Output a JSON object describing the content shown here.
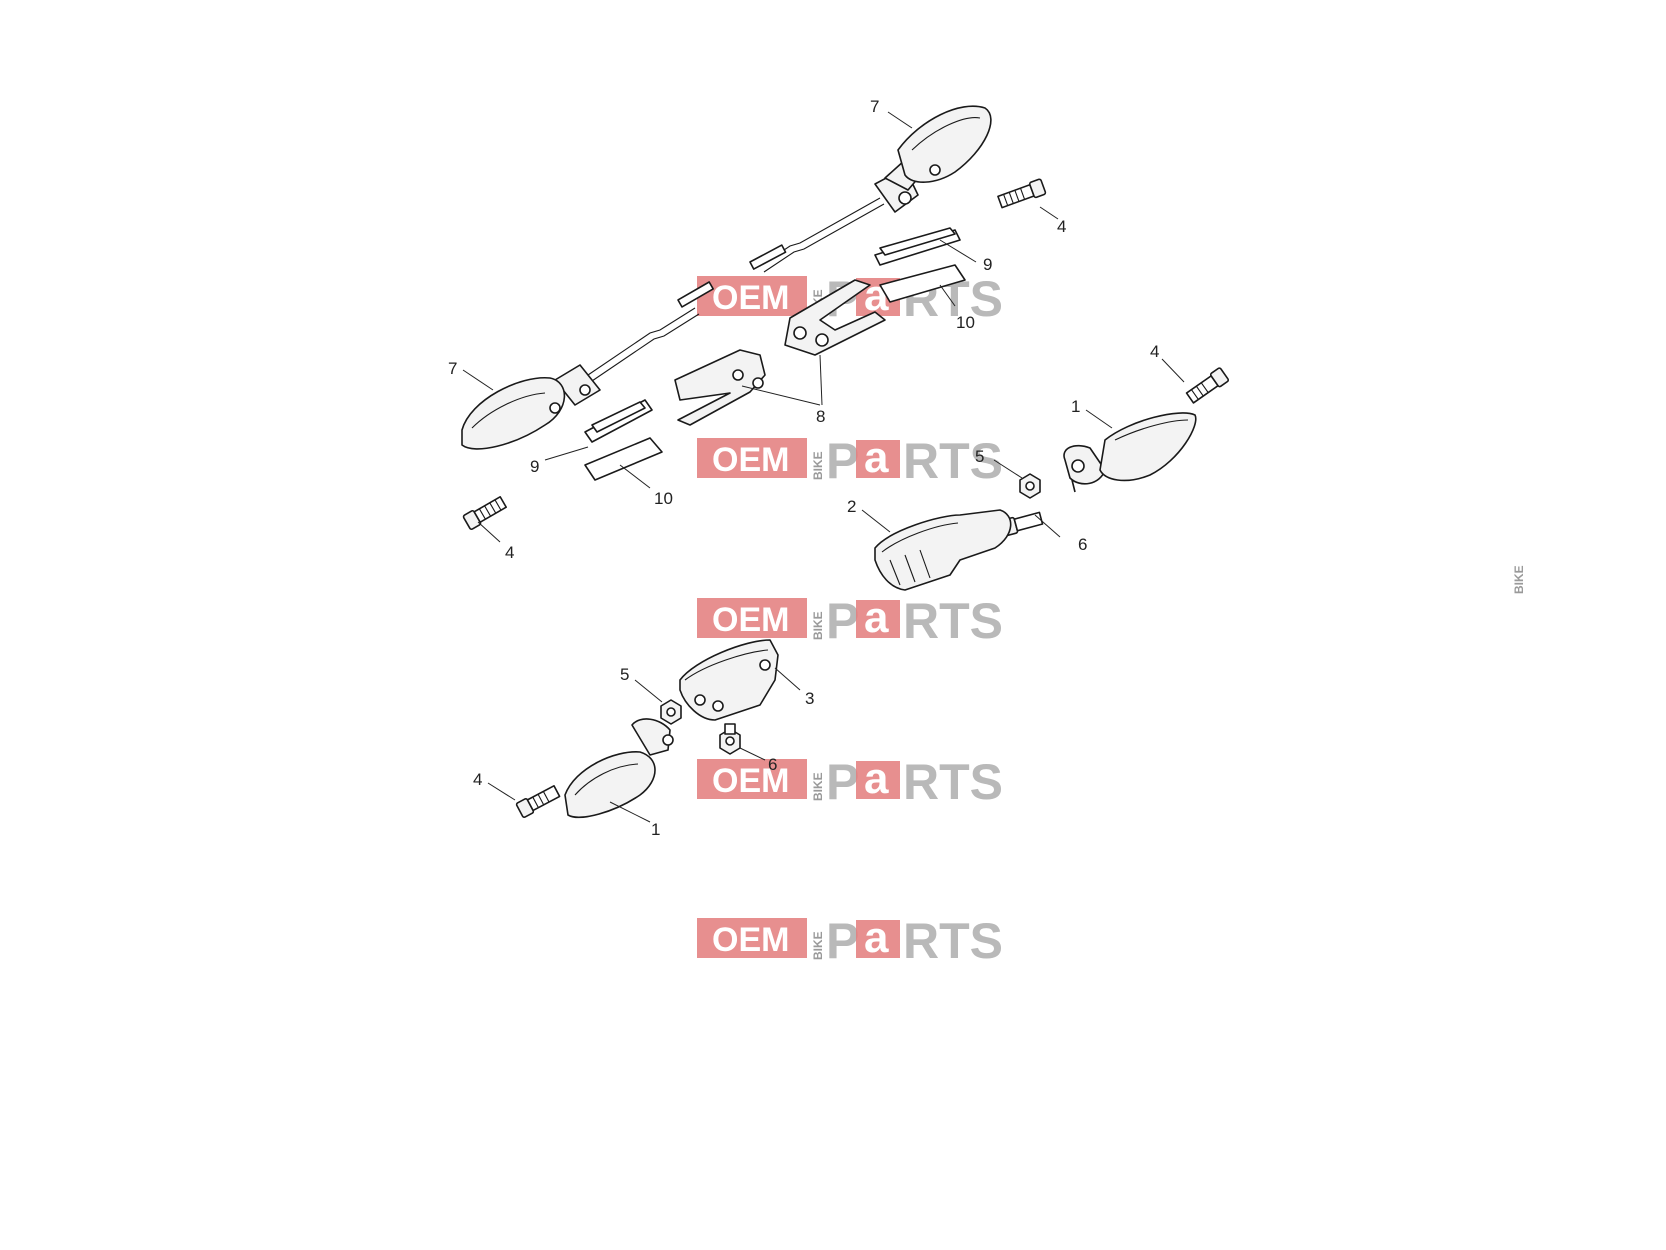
{
  "watermark": {
    "oem": "OEM",
    "bike": "BIKE",
    "parts_p": "P",
    "parts_a": "a",
    "parts_rest": "RTS",
    "brand_color": "#e37b7b"
  },
  "callouts": {
    "c1_right": "1",
    "c1_bottom": "1",
    "c2": "2",
    "c3": "3",
    "c4_top_right": "4",
    "c4_left": "4",
    "c4_right": "4",
    "c4_bottom": "4",
    "c5_right": "5",
    "c5_bottom": "5",
    "c6_right": "6",
    "c6_bottom": "6",
    "c7_top": "7",
    "c7_left": "7",
    "c8": "8",
    "c9_right": "9",
    "c9_left": "9",
    "c10_right": "10",
    "c10_left": "10"
  }
}
